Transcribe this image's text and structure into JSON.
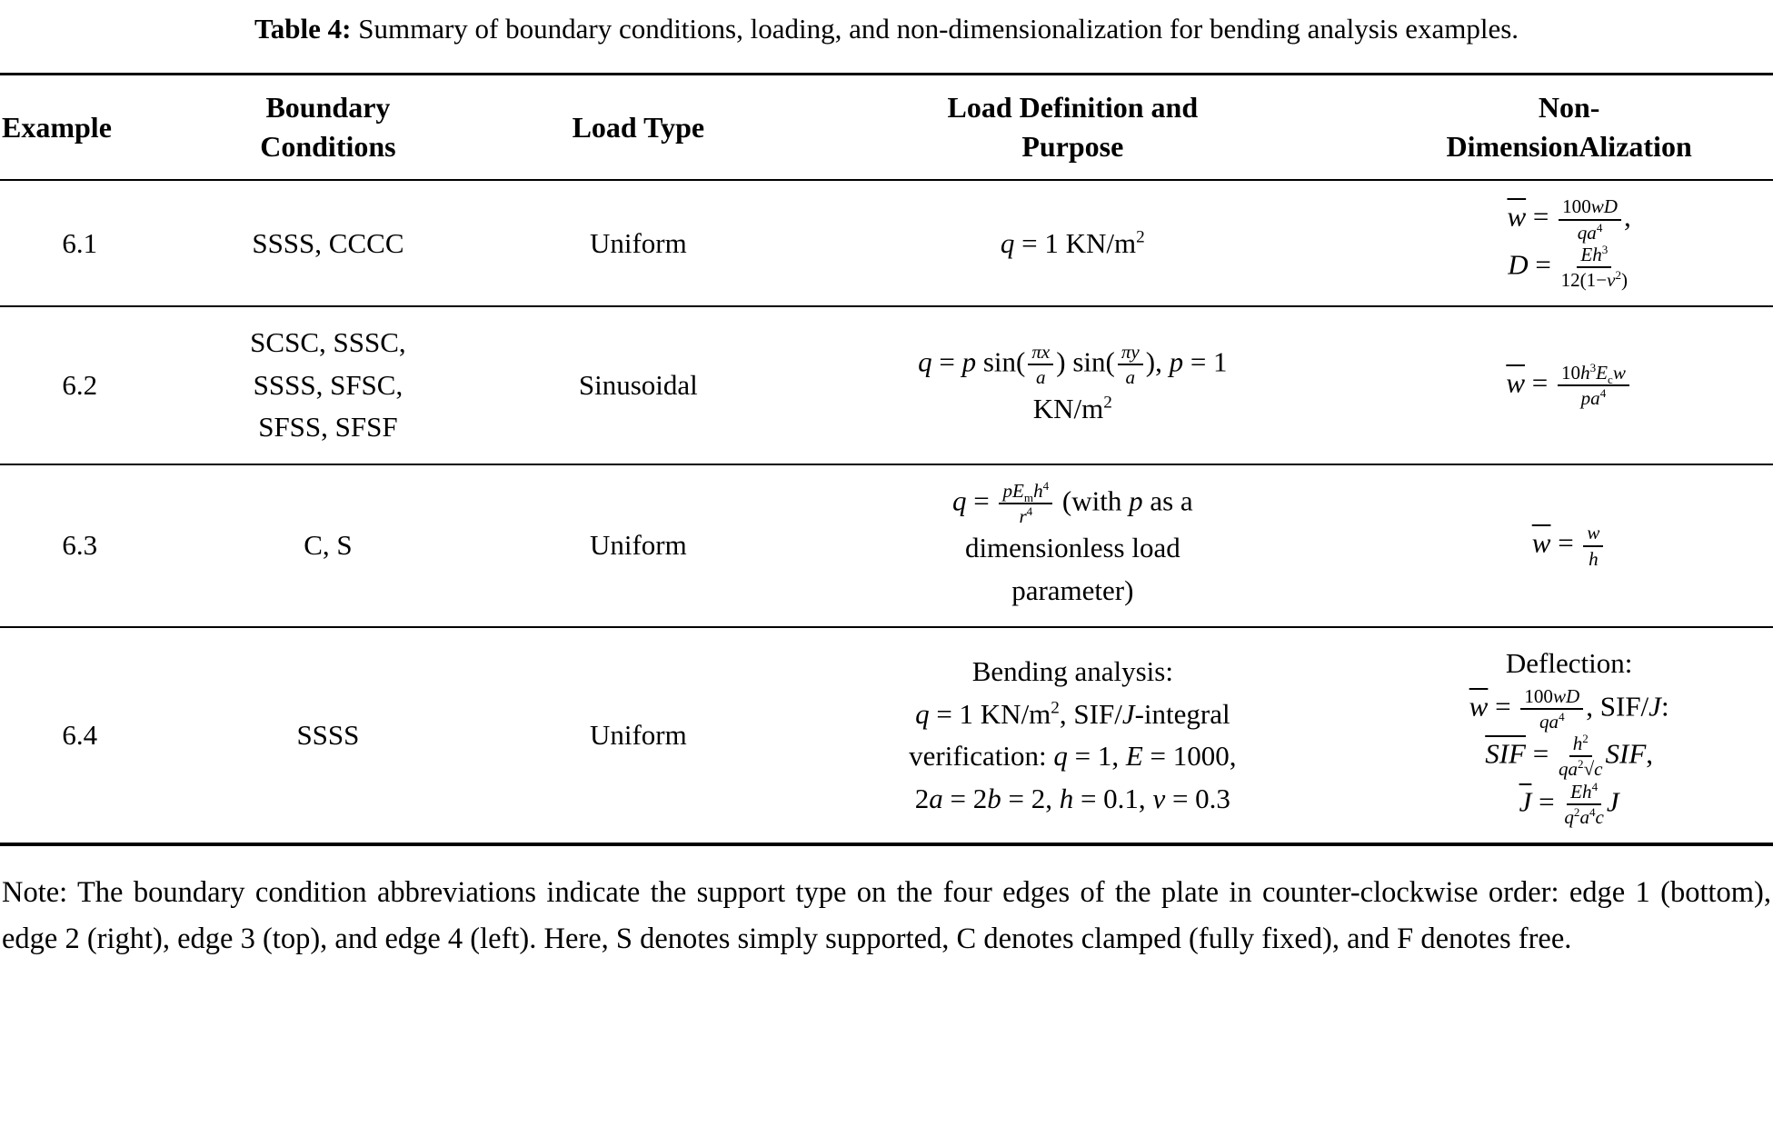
{
  "title": {
    "label": "Table 4:",
    "text": "Summary of boundary conditions, loading, and non-dimensionalization for bending analysis examples."
  },
  "header": {
    "example": "Example",
    "boundary_conditions": [
      "Boundary",
      "Conditions"
    ],
    "load_type": "Load Type",
    "load_definition": [
      "Load Definition and",
      "Purpose"
    ],
    "non_dimensionalization": [
      "Non-",
      "DimensionAlization"
    ]
  },
  "rows": [
    {
      "example": "6.1",
      "bc": [
        [
          {
            "rm": "SSSS, CCCC"
          }
        ]
      ],
      "load_type": "Uniform",
      "load_def": [
        [
          {
            "t": "q"
          },
          {
            "rm": " = 1 KN/m"
          },
          {
            "sup": "2"
          }
        ]
      ],
      "nondim": [
        [
          {
            "over": [
              {
                "t": "w"
              }
            ]
          },
          {
            "rm": " = "
          },
          {
            "frac": {
              "num": [
                {
                  "rm": "100"
                },
                {
                  "t": "wD"
                }
              ],
              "den": [
                {
                  "t": "qa"
                },
                {
                  "sup": "4"
                }
              ]
            }
          },
          {
            "rm": ","
          }
        ],
        [
          {
            "t": "D"
          },
          {
            "rm": " = "
          },
          {
            "frac": {
              "num": [
                {
                  "t": "Eh"
                },
                {
                  "sup": "3"
                }
              ],
              "den": [
                {
                  "rm": "12(1−"
                },
                {
                  "t": "v"
                },
                {
                  "sup": "2"
                },
                {
                  "rm": ")"
                }
              ]
            }
          }
        ]
      ]
    },
    {
      "example": "6.2",
      "bc": [
        [
          {
            "rm": "SCSC, SSSC,"
          }
        ],
        [
          {
            "rm": "SSSS, SFSC,"
          }
        ],
        [
          {
            "rm": "SFSS, SFSF"
          }
        ]
      ],
      "load_type": "Sinusoidal",
      "load_def": [
        [
          {
            "t": "q"
          },
          {
            "rm": " = "
          },
          {
            "t": "p"
          },
          {
            "rm": " sin("
          },
          {
            "frac": {
              "num": [
                {
                  "t": "πx"
                }
              ],
              "den": [
                {
                  "t": "a"
                }
              ]
            }
          },
          {
            "rm": ") sin("
          },
          {
            "frac": {
              "num": [
                {
                  "t": "πy"
                }
              ],
              "den": [
                {
                  "t": "a"
                }
              ]
            }
          },
          {
            "rm": "), "
          },
          {
            "t": "p"
          },
          {
            "rm": " = 1"
          }
        ],
        [
          {
            "rm": "KN/m"
          },
          {
            "sup": "2"
          }
        ]
      ],
      "nondim": [
        [
          {
            "over": [
              {
                "t": "w"
              }
            ]
          },
          {
            "rm": " = "
          },
          {
            "frac": {
              "num": [
                {
                  "rm": "10"
                },
                {
                  "t": "h"
                },
                {
                  "sup": "3"
                },
                {
                  "t": "E"
                },
                {
                  "sub": "c"
                },
                {
                  "t": "w"
                }
              ],
              "den": [
                {
                  "t": "pa"
                },
                {
                  "sup": "4"
                }
              ]
            }
          }
        ]
      ]
    },
    {
      "example": "6.3",
      "bc": [
        [
          {
            "rm": "C, S"
          }
        ]
      ],
      "load_type": "Uniform",
      "load_def": [
        [
          {
            "t": "q"
          },
          {
            "rm": " = "
          },
          {
            "frac": {
              "num": [
                {
                  "t": "pE"
                },
                {
                  "sub": "m"
                },
                {
                  "t": "h"
                },
                {
                  "sup": "4"
                }
              ],
              "den": [
                {
                  "t": "r"
                },
                {
                  "sup": "4"
                }
              ]
            }
          },
          {
            "rm": " (with "
          },
          {
            "t": "p"
          },
          {
            "rm": " as a"
          }
        ],
        [
          {
            "rm": "dimensionless load"
          }
        ],
        [
          {
            "rm": "parameter)"
          }
        ]
      ],
      "nondim": [
        [
          {
            "over": [
              {
                "t": "w"
              }
            ]
          },
          {
            "rm": " = "
          },
          {
            "frac": {
              "num": [
                {
                  "t": "w"
                }
              ],
              "den": [
                {
                  "t": "h"
                }
              ]
            }
          }
        ]
      ]
    },
    {
      "example": "6.4",
      "bc": [
        [
          {
            "rm": "SSSS"
          }
        ]
      ],
      "load_type": "Uniform",
      "load_def": [
        [
          {
            "rm": "Bending analysis:"
          }
        ],
        [
          {
            "t": "q"
          },
          {
            "rm": " = 1 KN/m"
          },
          {
            "sup": "2"
          },
          {
            "rm": ", SIF/"
          },
          {
            "t": "J"
          },
          {
            "rm": "-integral"
          }
        ],
        [
          {
            "rm": "verification: "
          },
          {
            "t": "q"
          },
          {
            "rm": " = 1, "
          },
          {
            "t": "E"
          },
          {
            "rm": " = 1000,"
          }
        ],
        [
          {
            "rm": "2"
          },
          {
            "t": "a"
          },
          {
            "rm": " = 2"
          },
          {
            "t": "b"
          },
          {
            "rm": " = 2, "
          },
          {
            "t": "h"
          },
          {
            "rm": " = 0.1, "
          },
          {
            "t": "v"
          },
          {
            "rm": " = 0.3"
          }
        ]
      ],
      "nondim": [
        [
          {
            "rm": "Deflection:"
          }
        ],
        [
          {
            "over": [
              {
                "t": "w"
              }
            ]
          },
          {
            "rm": " = "
          },
          {
            "frac": {
              "num": [
                {
                  "rm": "100"
                },
                {
                  "t": "wD"
                }
              ],
              "den": [
                {
                  "t": "qa"
                },
                {
                  "sup": "4"
                }
              ]
            }
          },
          {
            "rm": ", SIF/"
          },
          {
            "t": "J"
          },
          {
            "rm": ":"
          }
        ],
        [
          {
            "over": [
              {
                "t": "SIF"
              }
            ]
          },
          {
            "rm": " = "
          },
          {
            "frac": {
              "num": [
                {
                  "t": "h"
                },
                {
                  "sup": "2"
                }
              ],
              "den": [
                {
                  "t": "qa"
                },
                {
                  "sup": "2"
                },
                {
                  "rm": "√"
                },
                {
                  "t": "c"
                }
              ]
            }
          },
          {
            "t": "SIF"
          },
          {
            "rm": ","
          }
        ],
        [
          {
            "over": [
              {
                "t": "J"
              }
            ]
          },
          {
            "rm": " = "
          },
          {
            "frac": {
              "num": [
                {
                  "t": "Eh"
                },
                {
                  "sup": "4"
                }
              ],
              "den": [
                {
                  "t": "q"
                },
                {
                  "sup": "2"
                },
                {
                  "t": "a"
                },
                {
                  "sup": "4"
                },
                {
                  "t": "c"
                }
              ]
            }
          },
          {
            "t": "J"
          }
        ]
      ]
    }
  ],
  "note": "Note: The boundary condition abbreviations indicate the support type on the four edges of the plate in counter-clockwise order: edge 1 (bottom), edge 2 (right), edge 3 (top), and edge 4 (left). Here, S denotes simply supported, C denotes clamped (fully fixed), and F denotes free."
}
